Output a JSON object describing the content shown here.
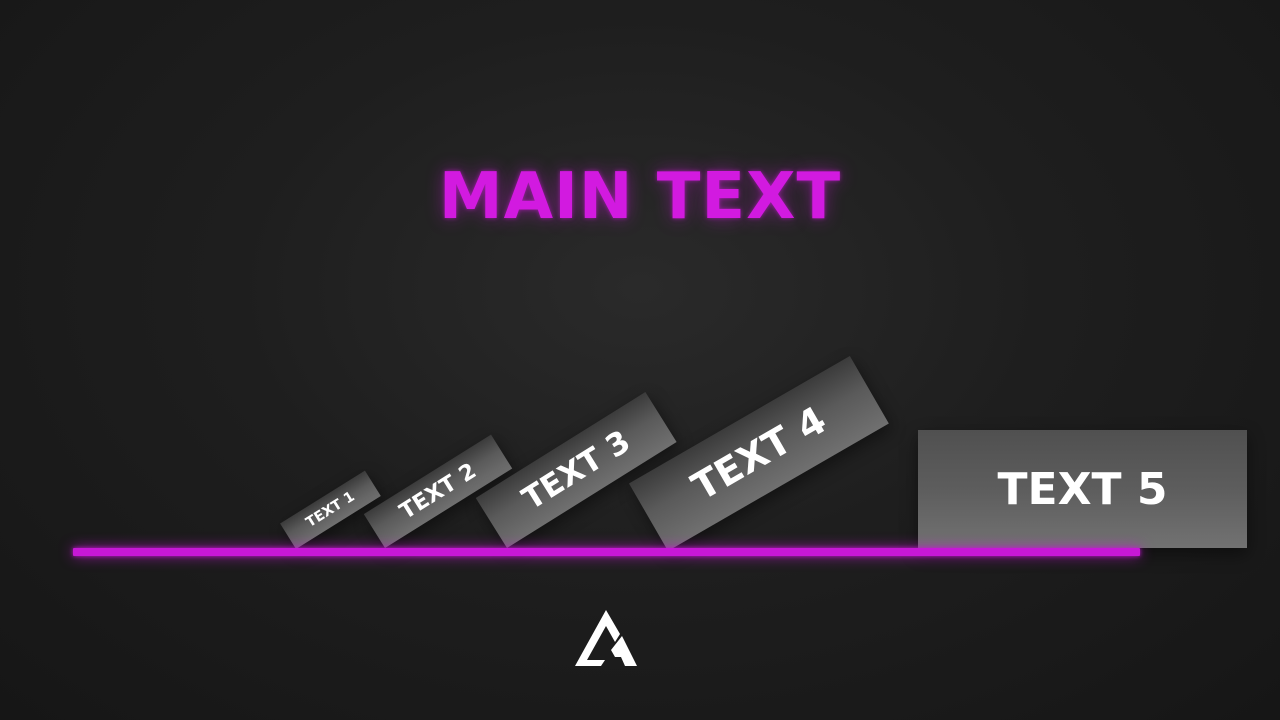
{
  "title": "MAIN TEXT",
  "blocks": [
    {
      "label": "TEXT 1"
    },
    {
      "label": "TEXT 2"
    },
    {
      "label": "TEXT 3"
    },
    {
      "label": "TEXT 4"
    },
    {
      "label": "TEXT 5"
    }
  ],
  "colors": {
    "accent": "#d21ae0",
    "line": "#c718d6",
    "block": "#5a5a5a",
    "background": "#1c1c1c",
    "text": "#ffffff"
  },
  "logo": {
    "icon": "brand-logo-icon"
  }
}
